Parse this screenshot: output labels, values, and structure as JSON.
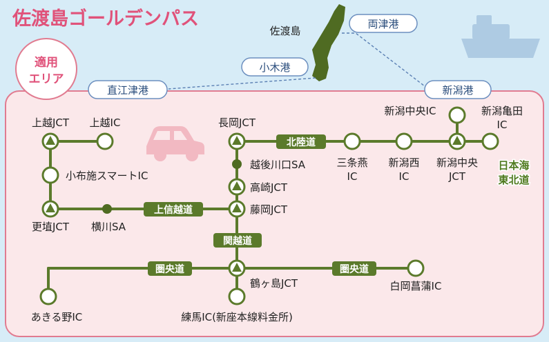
{
  "title": "佐渡島ゴールデンパス",
  "area_badge": {
    "line1": "適用",
    "line2": "エリア"
  },
  "island": {
    "name": "佐渡島"
  },
  "ports": {
    "ryotsu": "両津港",
    "ogi": "小木港",
    "naoetsu": "直江津港",
    "niigata": "新潟港"
  },
  "roads": {
    "hokuriku": "北陸道",
    "joshinetsu": "上信越道",
    "kanetsu": "関越道",
    "ken_o_left": "圏央道",
    "ken_o_right": "圏央道",
    "nihonkai_line1": "日本海",
    "nihonkai_line2": "東北道"
  },
  "nodes": {
    "joetsu_jct": "上越JCT",
    "joetsu_ic": "上越IC",
    "kofuse": "小布施スマートIC",
    "koshoku_jct": "更埴JCT",
    "yokokawa_sa": "横川SA",
    "nagaoka_jct": "長岡JCT",
    "echigo_sa": "越後川口SA",
    "takasaki_jct": "高崎JCT",
    "fujioka_jct": "藤岡JCT",
    "sanjo_l1": "三条燕",
    "sanjo_l2": "IC",
    "niigatanishi_l1": "新潟西",
    "niigatanishi_l2": "IC",
    "niigatachuo_jct_l1": "新潟中央",
    "niigatachuo_jct_l2": "JCT",
    "niigatachuo_ic": "新潟中央IC",
    "niigatakameda_l1": "新潟亀田",
    "niigatakameda_l2": "IC",
    "tsurugashima_jct": "鶴ヶ島JCT",
    "nerima_ic": "練馬IC(新座本線料金所)",
    "akiruno_ic": "あきる野IC",
    "shirooka_ic": "白岡菖蒲IC"
  },
  "colors": {
    "title": "#e0527a",
    "sea": "#d7ecf7",
    "area_fill": "#fbe8ea",
    "area_border": "#e17b90",
    "route": "#5b7a2b",
    "island": "#4f6b22",
    "port_border": "#6c8fbf",
    "road_label_text": "#ffffff",
    "nihonkai_text": "#4f7a1f"
  },
  "icons": [
    "ship-icon",
    "car-icon"
  ]
}
